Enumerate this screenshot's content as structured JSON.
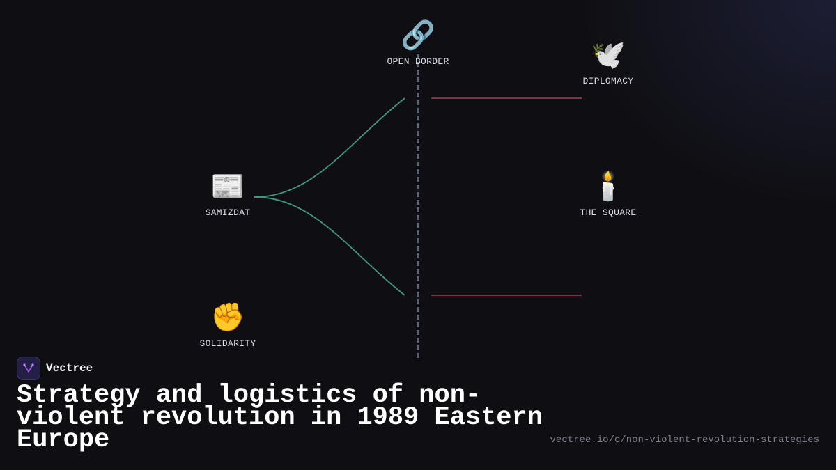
{
  "diagram": {
    "nodes": [
      {
        "id": "open-border",
        "label": "OPEN BORDER",
        "icon": "🔗",
        "icon_name": "broken-link-icon"
      },
      {
        "id": "diplomacy",
        "label": "DIPLOMACY",
        "icon": "🕊️",
        "icon_name": "dove-icon"
      },
      {
        "id": "samizdat",
        "label": "SAMIZDAT",
        "icon": "📰",
        "icon_name": "newspaper-icon"
      },
      {
        "id": "the-square",
        "label": "THE SQUARE",
        "icon": "🕯️",
        "icon_name": "candle-icon"
      },
      {
        "id": "solidarity",
        "label": "SOLIDARITY",
        "icon": "✊",
        "icon_name": "raised-fist-icon"
      }
    ],
    "colors": {
      "left_edges": "#3f9a7e",
      "right_edges": "#8f3a44",
      "divider": "#5f6475",
      "label": "#d9dbe6",
      "background": "#0f0f13"
    }
  },
  "footer": {
    "brand_name": "Vectree",
    "brand_icon": "vectree-logo-icon",
    "title": "Strategy and logistics of non-violent revolution in 1989 Eastern Europe",
    "url": "vectree.io/c/non-violent-revolution-strategies"
  }
}
